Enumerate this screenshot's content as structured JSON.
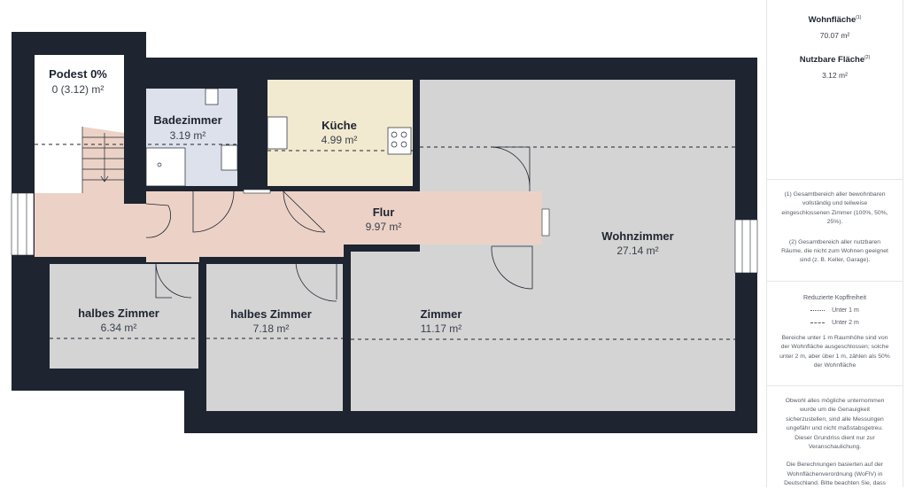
{
  "rooms": [
    {
      "name": "Podest 0%",
      "area": "0 (3.12) m²"
    },
    {
      "name": "Badezimmer",
      "area": "3.19 m²"
    },
    {
      "name": "Küche",
      "area": "4.99 m²"
    },
    {
      "name": "Flur",
      "area": "9.97 m²"
    },
    {
      "name": "Wohnzimmer",
      "area": "27.14 m²"
    },
    {
      "name": "halbes Zimmer",
      "area": "6.34 m²"
    },
    {
      "name": "halbes Zimmer",
      "area": "7.18 m²"
    },
    {
      "name": "Zimmer",
      "area": "11.17 m²"
    }
  ],
  "sidebar": {
    "wohnflaeche_title": "Wohnfläche",
    "wohnflaeche_sup": "(1)",
    "wohnflaeche_value": "70.07 m²",
    "nutzbare_title": "Nutzbare Fläche",
    "nutzbare_sup": "(2)",
    "nutzbare_value": "3.12 m²",
    "note1": "(1) Gesamtbereich aller bewohnbaren vollständig und teilweise eingeschlossenen Zimmer (100%, 50%, 25%).",
    "note2": "(2) Gesamtbereich aller nutzbaren Räume, die nicht zum Wohnen geeignet sind (z. B. Keller, Garage).",
    "legend_title": "Reduzierte Kopffreiheit",
    "legend_under1": "Unter 1 m",
    "legend_under2": "Unter 2 m",
    "legend_text": "Bereiche unter 1 m Raumhöhe sind von der Wohnfläche ausgeschlossen; solche unter 2 m, aber über 1 m, zählen als 50% der Wohnfläche",
    "disclaimer": "Obwohl alles mögliche unternommen wurde um die Genauigkeit sicherzustellen, sind alle Messungen ungefähr und nicht maßstabsgetreu. Dieser Grundriss dient nur zur Veranschaulichung.",
    "disclaimer2": "Die Berechnungen basierten auf der Wohnflächenverordnung (WoFlV) in Deutschland. Bitte beachten Sie, dass"
  },
  "colors": {
    "wall": "#1e2430",
    "gray_room": "#d4d4d4",
    "hall": "#ecd2c6",
    "kitchen": "#f2ead0",
    "bath": "#dde1ec",
    "podest": "#ffffff"
  }
}
